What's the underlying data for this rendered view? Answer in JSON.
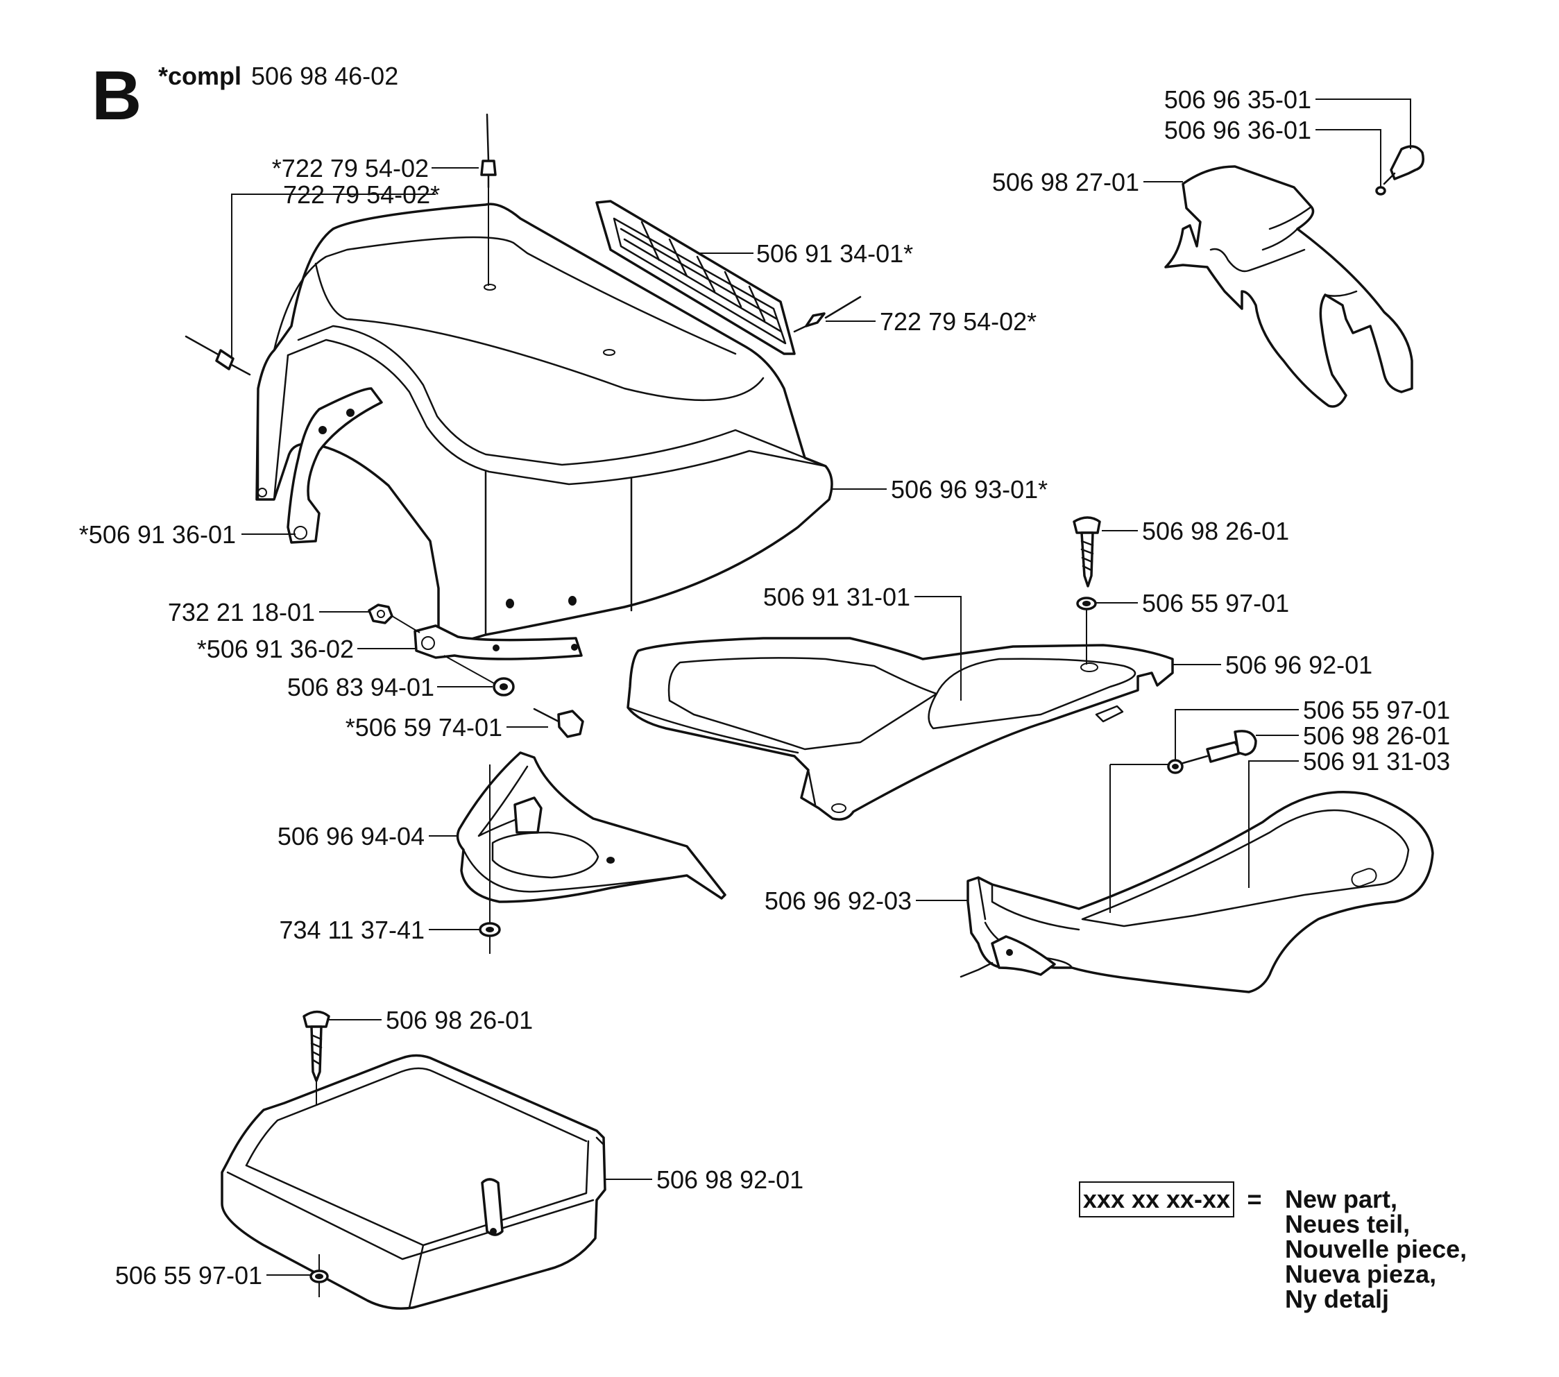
{
  "header": {
    "letter": "B",
    "compl_prefix": "*compl",
    "compl_number": "506 98 46-02"
  },
  "callouts": {
    "top_pin_a": "*722 79 54-02",
    "left_pin": "722 79 54-02*",
    "grille": "506 91 34-01*",
    "right_pin": "722 79 54-02*",
    "hood": "506 96 93-01*",
    "bracket_left": "*506 91 36-01",
    "nut": "732 21 18-01",
    "bracket_lower": "*506 91 36-02",
    "washer_lower": "506 83 94-01",
    "bolt_lower": "*506 59 74-01",
    "dash_panel": "506 96 94-04",
    "washer_dash": "734 11 37-41",
    "knob_top_a": "506 96 35-01",
    "knob_top_b": "506 96 36-01",
    "side_cover": "506 98 27-01",
    "screw_mid": "506 98 26-01",
    "washer_mid": "506 55 97-01",
    "tray_label": "506 91 31-01",
    "tray_side": "506 96 92-01",
    "washer_right": "506 55 97-01",
    "screw_right": "506 98 26-01",
    "tray_right_label": "506 91 31-03",
    "tray_right_side": "506 96 92-03",
    "screw_box": "506 98 26-01",
    "box": "506 98 92-01",
    "washer_box": "506 55 97-01"
  },
  "legend": {
    "sample": "xxx xx xx-xx",
    "equals": "=",
    "lines": [
      "New part,",
      "Neues teil,",
      "Nouvelle piece,",
      "Nueva pieza,",
      "Ny detalj"
    ]
  }
}
